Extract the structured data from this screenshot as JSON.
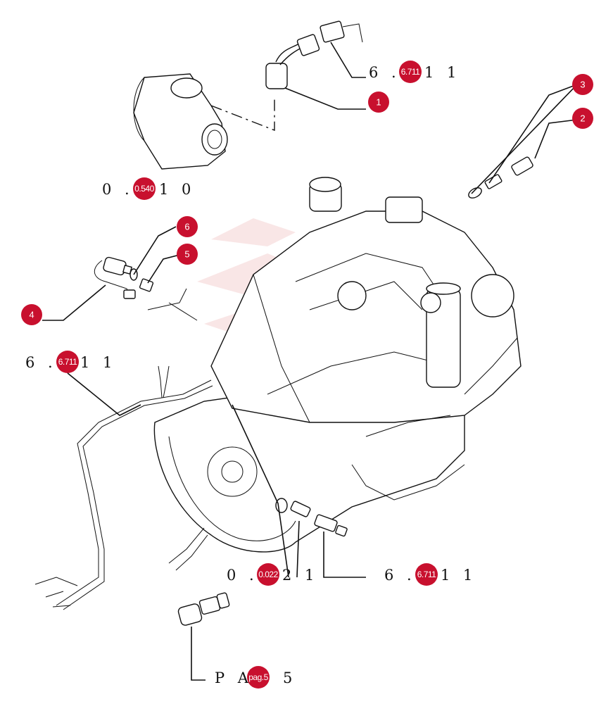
{
  "callouts": [
    {
      "id": "1",
      "label": "1"
    },
    {
      "id": "2",
      "label": "2"
    },
    {
      "id": "3",
      "label": "3"
    },
    {
      "id": "4",
      "label": "4"
    },
    {
      "id": "5",
      "label": "5"
    },
    {
      "id": "6",
      "label": "6"
    }
  ],
  "references": {
    "top_harness": {
      "prefix": "6 .",
      "badge": "6.711",
      "suffix": "1 1"
    },
    "air_filter": {
      "prefix": "0 .",
      "badge": "0.540",
      "suffix": "1 0"
    },
    "left_harness": {
      "prefix": "6 .",
      "badge": "6.711",
      "suffix": "1 1"
    },
    "lower_left": {
      "prefix": "0 .",
      "badge": "0.022",
      "suffix": "2 1"
    },
    "lower_right": {
      "prefix": "6 .",
      "badge": "6.711",
      "suffix": "1 1"
    },
    "page_ref": {
      "prefix": "P A",
      "badge": "pag.5",
      "suffix": "5"
    }
  },
  "colors": {
    "callout": "#c8102e",
    "line": "#111111",
    "watermark": "#e8a0a0"
  }
}
